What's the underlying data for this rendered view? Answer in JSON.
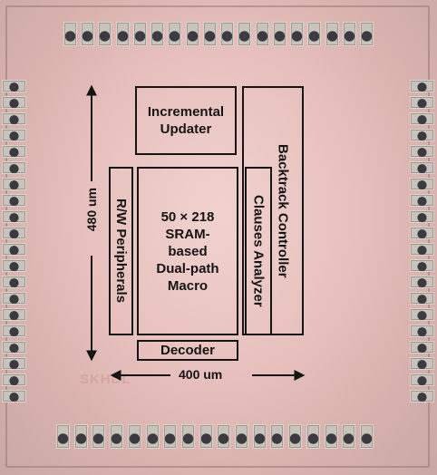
{
  "blocks": {
    "incremental_updater": [
      "Incremental",
      "Updater"
    ],
    "backtrack_controller": "Backtrack Controller",
    "rw_peripherals": "R/W Peripherals",
    "sram_macro": [
      "50 × 218",
      "SRAM-",
      "based",
      "Dual-path",
      "Macro"
    ],
    "clauses_analyzer": "Clauses Analyzer",
    "decoder": "Decoder"
  },
  "dimensions": {
    "height": "480 um",
    "width": "400 um"
  },
  "colors": {
    "die_background": "#e8c3c0",
    "block_outline": "#151515",
    "bond_pad": "#3a3a40"
  }
}
